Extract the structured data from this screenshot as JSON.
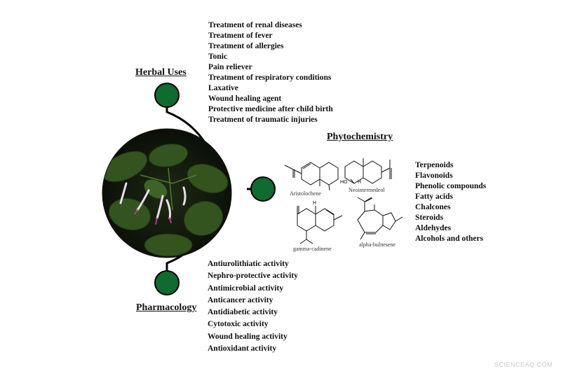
{
  "herbal_uses": {
    "heading": "Herbal Uses",
    "items": [
      "Treatment of renal diseases",
      "Treatment of fever",
      "Treatment of allergies",
      "Tonic",
      "Pain reliever",
      "Treatment of respiratory conditions",
      "Laxative",
      "Wound healing agent",
      "Protective medicine after child birth",
      "Treatment of traumatic injuries"
    ]
  },
  "phytochemistry": {
    "heading": "Phytochemistry",
    "items": [
      "Terpenoids",
      "Flavonoids",
      "Phenolic compounds",
      "Fatty acids",
      "Chalcones",
      "Steroids",
      "Aldehydes",
      "Alcohols and others"
    ],
    "molecules": [
      "Aristolochene",
      "Neointermedeol",
      "gamma-cadinene",
      "alpha-bulnesene"
    ],
    "atoms": {
      "hydroxyl": "HO",
      "hydrogen": "H"
    }
  },
  "pharmacology": {
    "heading": "Pharmacology",
    "items": [
      "Antiurolithiatic activity",
      "Nephro-protective activity",
      "Antimicrobial activity",
      "Anticancer activity",
      "Antidiabetic activity",
      "Cytotoxic activity",
      "Wound healing activity",
      "Antioxidant activity"
    ]
  },
  "watermark": "SCIENCEAQ.COM",
  "colors": {
    "node_fill": "#0f6b2f",
    "connector": "#000000",
    "leaf_dark": "#2d4a1e"
  }
}
